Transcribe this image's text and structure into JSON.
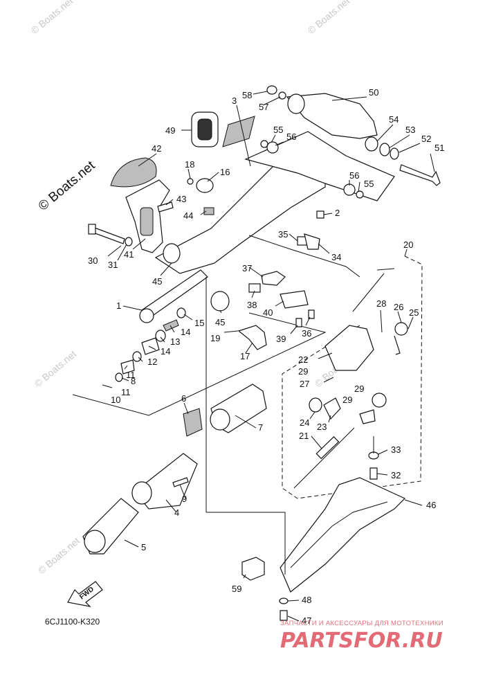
{
  "diagram_code": "6CJ1100-K320",
  "fwd_label": "FWD",
  "watermarks": {
    "main": "© Boats.net",
    "faint": "© Boats.net"
  },
  "brand": {
    "tagline": "ЗАПЧАСТИ И АКСЕССУАРЫ ДЛЯ МОТОТЕХНИКИ",
    "name": "PARTSFOR.RU"
  },
  "callouts": [
    "1",
    "2",
    "3",
    "4",
    "5",
    "6",
    "7",
    "8",
    "9",
    "10",
    "11",
    "11",
    "12",
    "13",
    "14",
    "14",
    "15",
    "16",
    "17",
    "18",
    "19",
    "20",
    "21",
    "22",
    "23",
    "24",
    "25",
    "26",
    "27",
    "28",
    "29",
    "29",
    "29",
    "30",
    "31",
    "32",
    "33",
    "34",
    "35",
    "36",
    "37",
    "38",
    "39",
    "40",
    "41",
    "42",
    "43",
    "44",
    "45",
    "45",
    "46",
    "47",
    "48",
    "49",
    "50",
    "51",
    "52",
    "53",
    "54",
    "55",
    "55",
    "56",
    "56",
    "57",
    "58",
    "59"
  ],
  "colors": {
    "line": "#111111",
    "watermark": "#c8c8c8",
    "brand": "#e36b76"
  }
}
